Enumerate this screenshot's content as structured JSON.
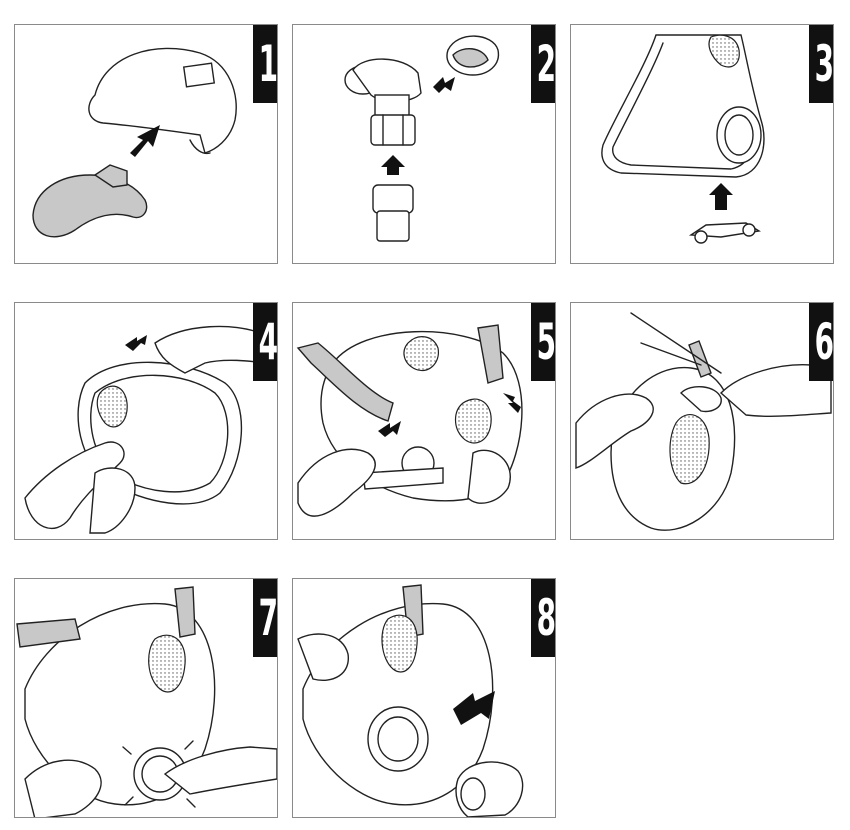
{
  "steps": [
    {
      "number": "1"
    },
    {
      "number": "2"
    },
    {
      "number": "3"
    },
    {
      "number": "4"
    },
    {
      "number": "5"
    },
    {
      "number": "6"
    },
    {
      "number": "7"
    },
    {
      "number": "8"
    }
  ],
  "colors": {
    "panel_border": "#8a8a8a",
    "number_bg": "#111111",
    "part_fill": "#c8c8c8",
    "arrow": "#111111"
  }
}
